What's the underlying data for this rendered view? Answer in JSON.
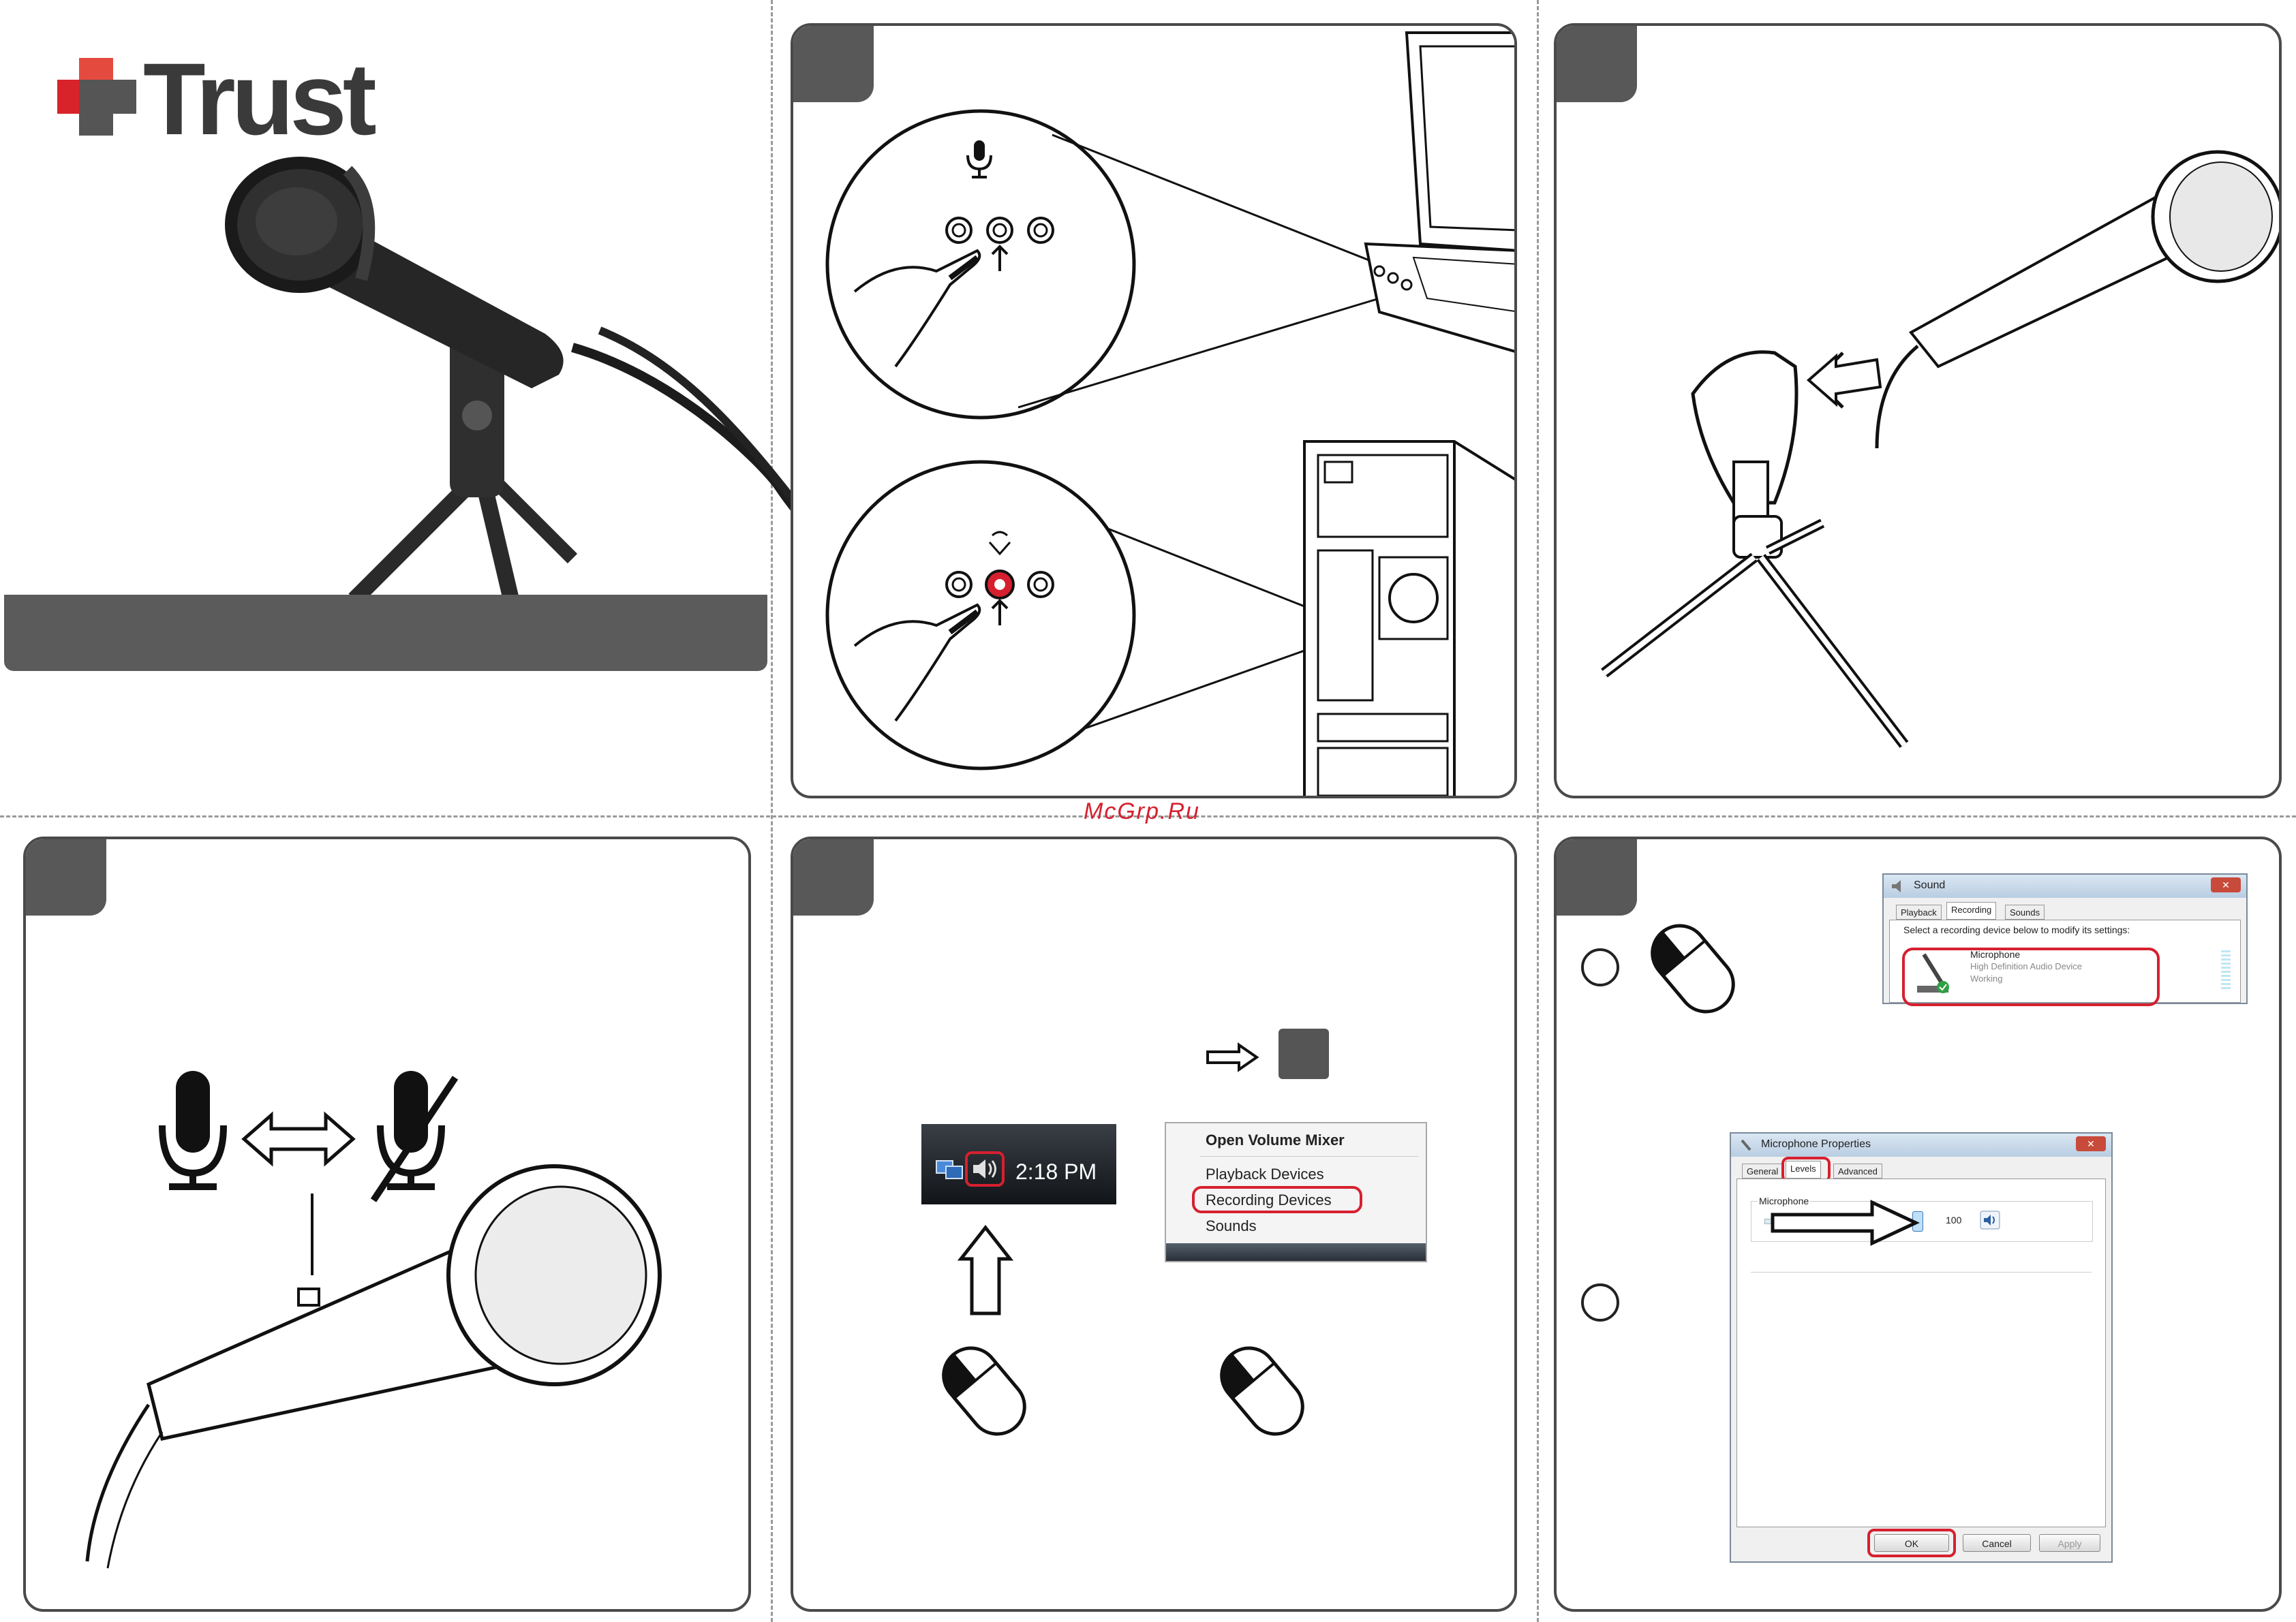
{
  "brand": {
    "name": "Trust"
  },
  "watermark": "McGrp.Ru",
  "taskbar": {
    "time": "2:18 PM"
  },
  "context_menu": {
    "items": [
      "Open Volume Mixer",
      "Playback Devices",
      "Recording Devices",
      "Sounds"
    ]
  },
  "sound_dialog": {
    "title": "Sound",
    "tabs": [
      "Playback",
      "Recording",
      "Sounds"
    ],
    "instruction": "Select a recording device below to modify its settings:",
    "device_name": "Microphone",
    "device_desc": "High Definition Audio Device",
    "device_status": "Working"
  },
  "mic_props": {
    "title": "Microphone Properties",
    "tabs": [
      "General",
      "Levels",
      "Advanced"
    ],
    "slider_label": "Microphone",
    "slider_value": "100",
    "level": 1.0,
    "buttons": {
      "ok": "OK",
      "cancel": "Cancel",
      "apply": "Apply"
    }
  },
  "colors": {
    "accent_red": "#d6202f",
    "panel_dark": "#585858",
    "brand_red": "#d8232a"
  }
}
